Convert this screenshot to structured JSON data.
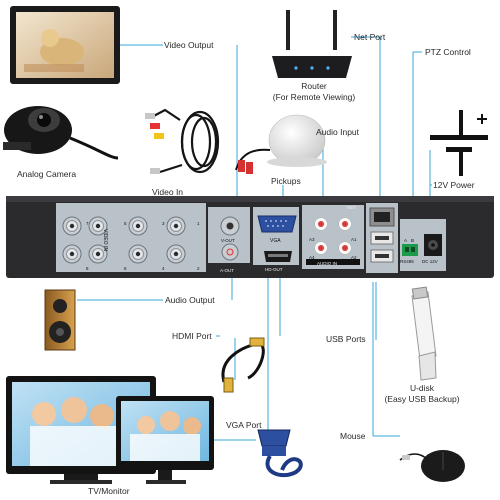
{
  "labels": {
    "video_output": "Video Output",
    "router": "Router",
    "router_sub": "(For Remote Viewing)",
    "net_port": "Net Port",
    "ptz_control": "PTZ Control",
    "analog_camera": "Analog Camera",
    "audio_input": "Audio Input",
    "pickups": "Pickups",
    "power": "12V Power",
    "video_in": "Video In",
    "audio_output": "Audio Output",
    "hdmi_port": "HDMI Port",
    "usb_ports": "USB Ports",
    "udisk": "U-disk",
    "udisk_sub": "(Easy USB Backup)",
    "vga_port": "VGA Port",
    "mouse": "Mouse",
    "tv_monitor": "TV/Monitor"
  },
  "panel": {
    "video_in_text": "VIDEO IN",
    "v_out": "V-OUT",
    "a_out": "A-OUT",
    "vga": "VGA",
    "hd_out": "HD-OUT",
    "net": "NET",
    "audio_in": "AUDIO IN",
    "a1": "A1",
    "a2": "A2",
    "a3": "A3",
    "a4": "A4",
    "ch1": "1",
    "ch2": "2",
    "ch3": "3",
    "ch4": "4",
    "ch5": "5",
    "ch6": "6",
    "ch7": "7",
    "ch8": "8",
    "rs485": "RS485",
    "dc12v": "DC 12V",
    "a": "A",
    "b": "B"
  },
  "colors": {
    "line": "#3aa7d8",
    "panel": "#2b2b2e",
    "panel_face": "#b9c2c9",
    "bnc": "#c9ced3"
  }
}
